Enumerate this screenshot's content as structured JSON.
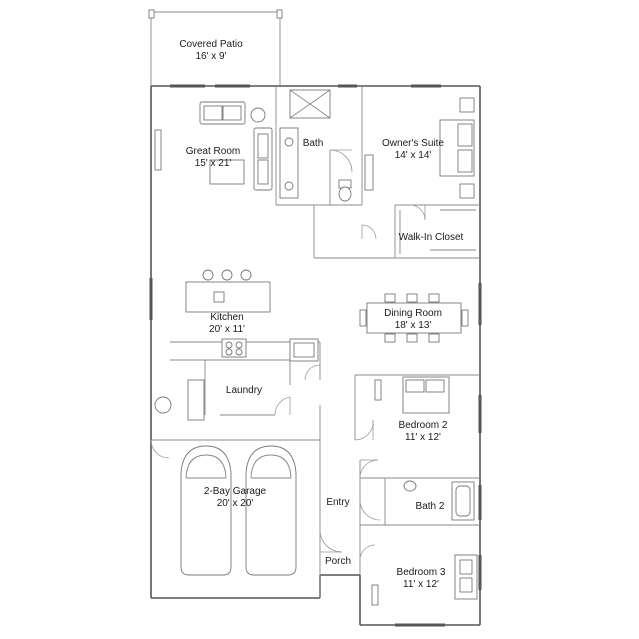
{
  "rooms": [
    {
      "id": "covered-patio",
      "name": "Covered Patio",
      "size": "16' x 9'"
    },
    {
      "id": "great-room",
      "name": "Great Room",
      "size": "15' x 21'"
    },
    {
      "id": "bath",
      "name": "Bath",
      "size": ""
    },
    {
      "id": "owners-suite",
      "name": "Owner's Suite",
      "size": "14' x 14'"
    },
    {
      "id": "walk-in-closet",
      "name": "Walk-In Closet",
      "size": ""
    },
    {
      "id": "kitchen",
      "name": "Kitchen",
      "size": "20' x 11'"
    },
    {
      "id": "dining-room",
      "name": "Dining Room",
      "size": "18' x 13'"
    },
    {
      "id": "laundry",
      "name": "Laundry",
      "size": ""
    },
    {
      "id": "bedroom-2",
      "name": "Bedroom 2",
      "size": "11' x 12'"
    },
    {
      "id": "garage",
      "name": "2-Bay Garage",
      "size": "20' x 20'"
    },
    {
      "id": "entry",
      "name": "Entry",
      "size": ""
    },
    {
      "id": "bath-2",
      "name": "Bath 2",
      "size": ""
    },
    {
      "id": "porch",
      "name": "Porch",
      "size": ""
    },
    {
      "id": "bedroom-3",
      "name": "Bedroom 3",
      "size": "11' x 12'"
    }
  ]
}
